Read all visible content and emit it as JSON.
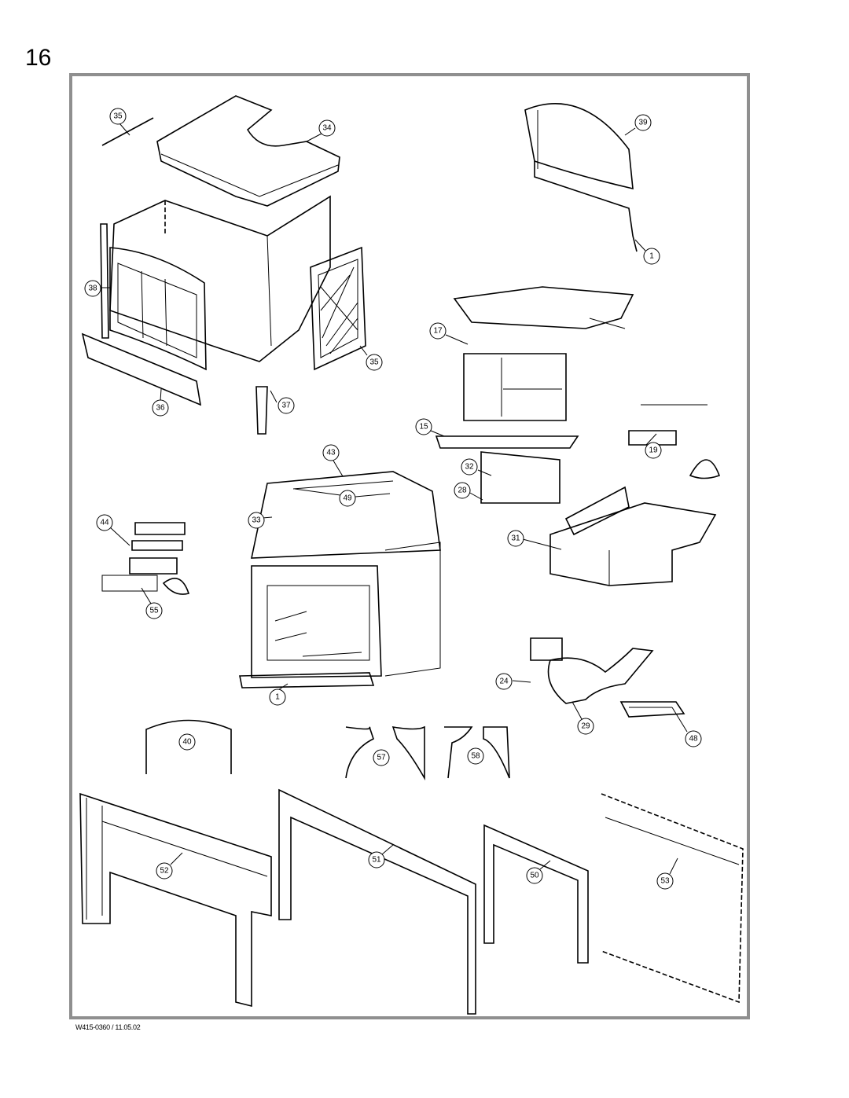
{
  "page": {
    "number": "16",
    "document_code": "W415-0360 / 11.05.02"
  },
  "callouts": [
    "35",
    "34",
    "39",
    "1",
    "38",
    "35",
    "17",
    "36",
    "37",
    "15",
    "19",
    "43",
    "32",
    "28",
    "49",
    "33",
    "44",
    "31",
    "55",
    "24",
    "1",
    "29",
    "48",
    "40",
    "57",
    "58",
    "51",
    "52",
    "50",
    "53"
  ]
}
